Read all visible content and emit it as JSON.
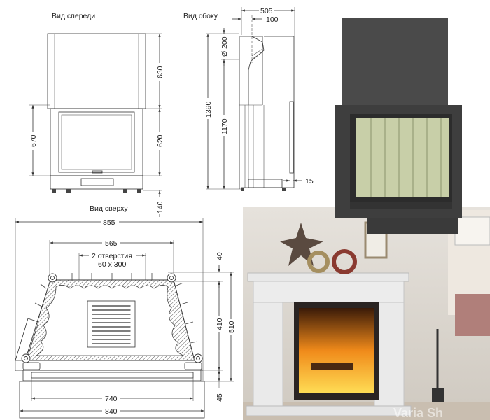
{
  "views": {
    "front": {
      "title": "Вид спереди",
      "dims": {
        "top_height": "630",
        "overall_front": "670",
        "door_height": "620",
        "base_height": "140"
      }
    },
    "side": {
      "title": "Вид сбоку",
      "dims": {
        "depth": "505",
        "flue_offset": "100",
        "flue_diameter": "Ø 200",
        "total_height": "1390",
        "flue_height": "1170",
        "door_offset": "15"
      }
    },
    "top": {
      "title": "Вид сверху",
      "dims": {
        "overall_width": "855",
        "rear_width": "565",
        "openings_line1": "2 отверстия",
        "openings_line2": "60 x 300",
        "rear_offset": "40",
        "inner_depth": "410",
        "total_depth": "510",
        "front_depth": "45",
        "door_width": "740",
        "frame_width": "840"
      }
    }
  },
  "photos": {
    "product": {
      "accent": "#4a4a4a"
    },
    "interior": {
      "watermark": "Varia Sh"
    }
  }
}
